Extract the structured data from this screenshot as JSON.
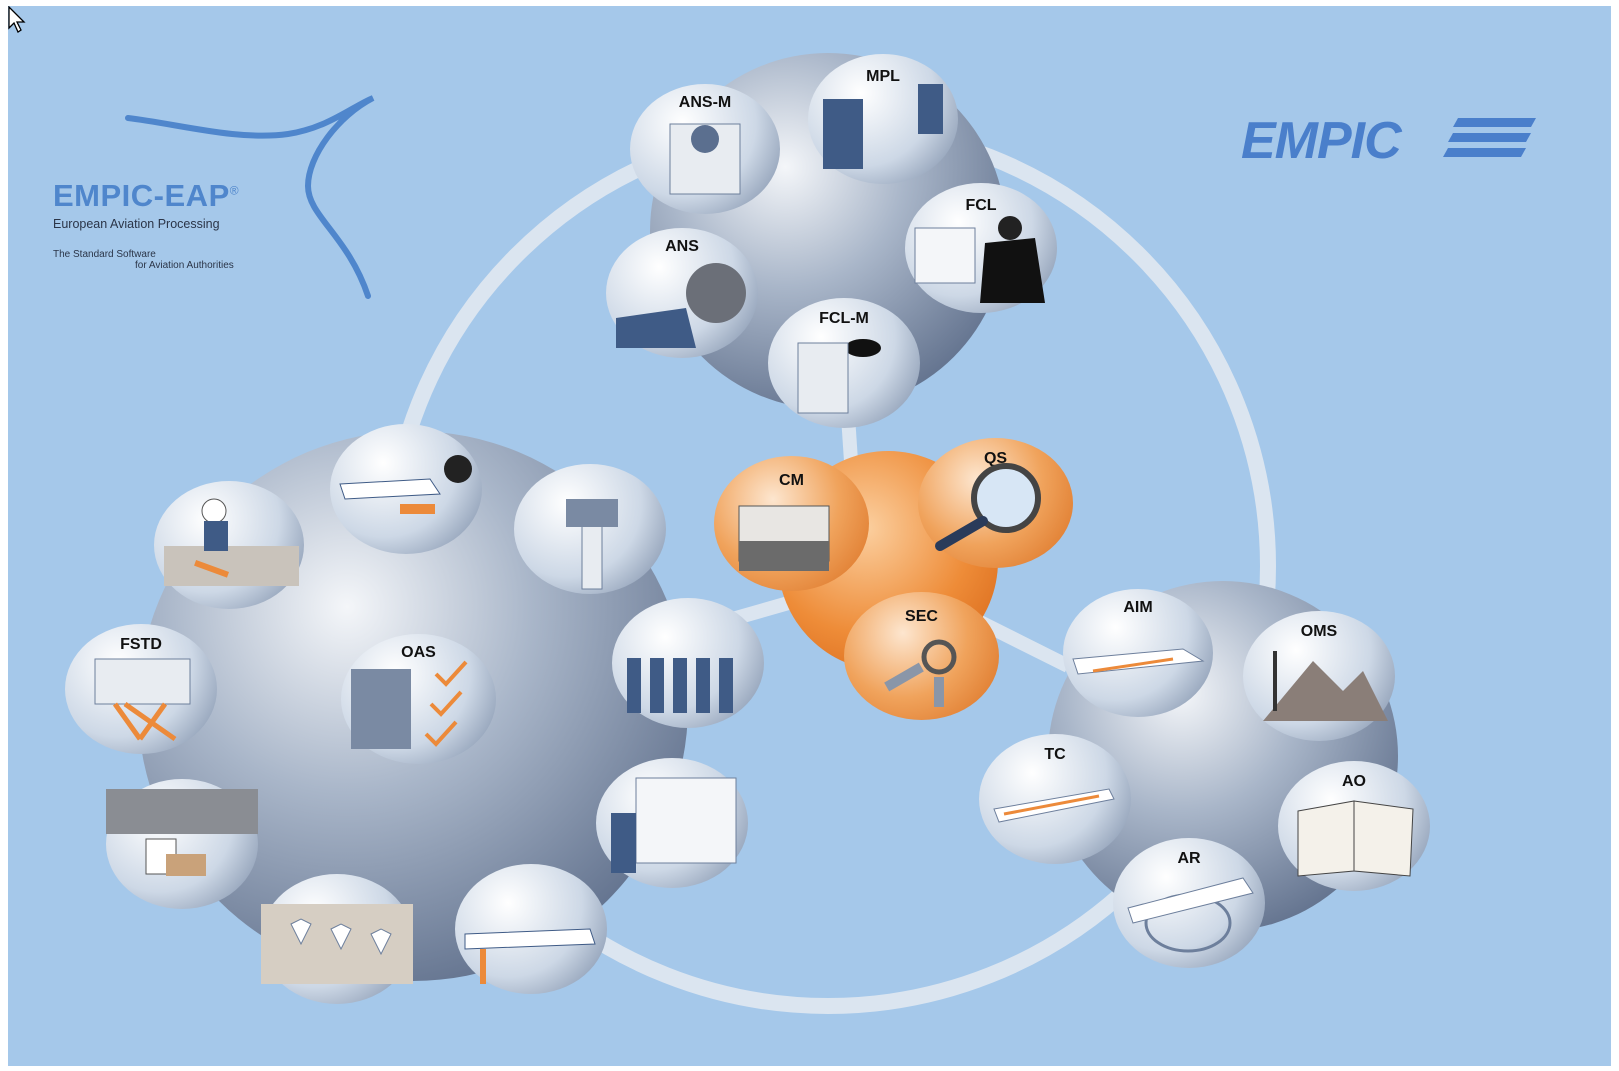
{
  "branding": {
    "product_name": "EMPIC-EAP",
    "registered_mark": "®",
    "subtitle": "European Aviation Processing",
    "tagline_line1": "The Standard Software",
    "tagline_line2": "for Aviation Authorities",
    "company_logo": "EMPIC"
  },
  "colors": {
    "background": "#a5c8ea",
    "brand_blue": "#4f86cc",
    "core_orange": "#ec8a3a",
    "sphere_grey": "#8a9bb5"
  },
  "modules": {
    "ans_m": "ANS-M",
    "mpl": "MPL",
    "fcl": "FCL",
    "ans": "ANS",
    "fcl_m": "FCL-M",
    "cm": "CM",
    "qs": "QS",
    "sec": "SEC",
    "fstd": "FSTD",
    "oas": "OAS",
    "aim": "AIM",
    "oms": "OMS",
    "tc": "TC",
    "ao": "AO",
    "ar": "AR"
  },
  "unlabeled_modules": {
    "airline_pilot": "aircraft-cockpit-icon",
    "control_tower": "control-tower-icon",
    "maintenance": "maintenance-desk-icon",
    "crew": "crew-lineup-icon",
    "planning": "planning-board-icon",
    "office": "office-desk-icon",
    "apron": "apron-parking-icon",
    "hangar": "hangar-aircraft-icon"
  }
}
